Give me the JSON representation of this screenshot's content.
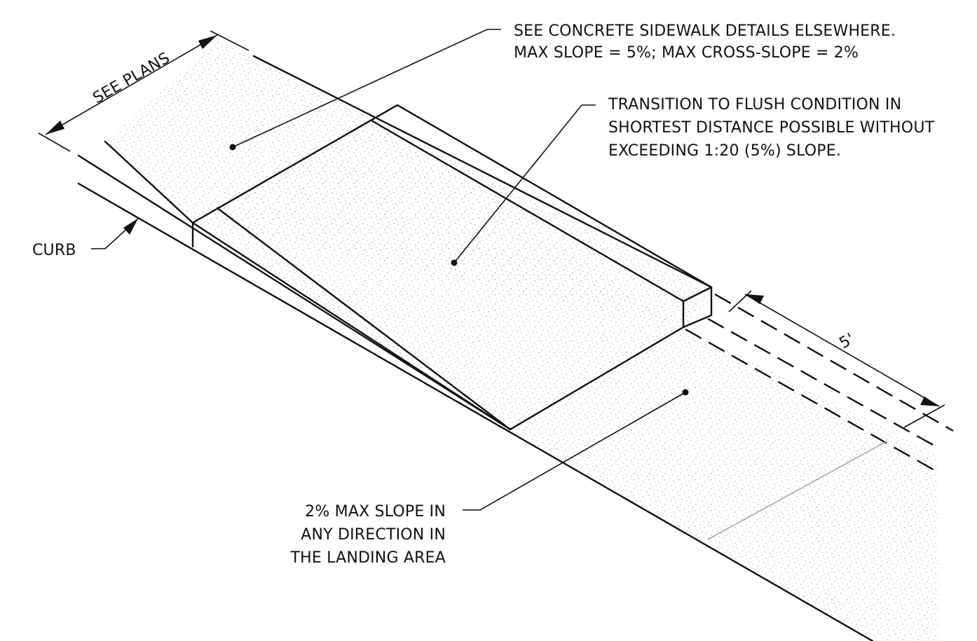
{
  "annotations": {
    "sidewalk_note_line1": "SEE CONCRETE SIDEWALK DETAILS ELSEWHERE.",
    "sidewalk_note_line2": "MAX SLOPE = 5%; MAX CROSS-SLOPE = 2%",
    "transition_note_line1": "TRANSITION TO FLUSH CONDITION IN",
    "transition_note_line2": "SHORTEST DISTANCE POSSIBLE WITHOUT",
    "transition_note_line3": "EXCEEDING 1:20 (5%) SLOPE.",
    "landing_note_line1": "2% MAX SLOPE IN",
    "landing_note_line2": "ANY DIRECTION IN",
    "landing_note_line3": "THE LANDING AREA",
    "curb_label": "CURB",
    "width_dimension": "SEE PLANS",
    "landing_dimension": "5'"
  },
  "colors": {
    "line": "#111111",
    "stipple": "#9a9a9a",
    "background": "#ffffff"
  }
}
